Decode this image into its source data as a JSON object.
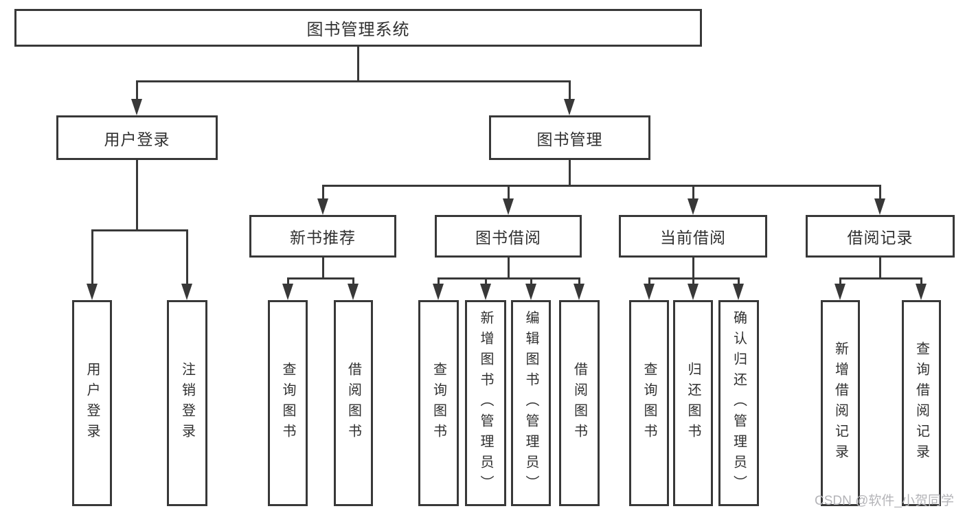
{
  "diagram": {
    "root": {
      "label": "图书管理系统"
    },
    "level2": [
      {
        "label": "用户登录"
      },
      {
        "label": "图书管理"
      }
    ],
    "user_login_children": [
      {
        "label": "用户登录"
      },
      {
        "label": "注销登录"
      }
    ],
    "level3": [
      {
        "label": "新书推荐"
      },
      {
        "label": "图书借阅"
      },
      {
        "label": "当前借阅"
      },
      {
        "label": "借阅记录"
      }
    ],
    "new_book_children": [
      {
        "label": "查询图书"
      },
      {
        "label": "借阅图书"
      }
    ],
    "book_borrow_children": [
      {
        "label": "查询图书"
      },
      {
        "label": "新增图书（管理员）"
      },
      {
        "label": "编辑图书（管理员）"
      },
      {
        "label": "借阅图书"
      }
    ],
    "current_borrow_children": [
      {
        "label": "查询图书"
      },
      {
        "label": "归还图书"
      },
      {
        "label": "确认归还（管理员）"
      }
    ],
    "borrow_record_children": [
      {
        "label": "新增借阅记录"
      },
      {
        "label": "查询借阅记录"
      }
    ]
  },
  "watermark": {
    "text": "CSDN @软件_小贺同学"
  },
  "colors": {
    "line": "#383838",
    "text": "#303030",
    "watermark": "#b4b4b8",
    "background": "#ffffff"
  }
}
